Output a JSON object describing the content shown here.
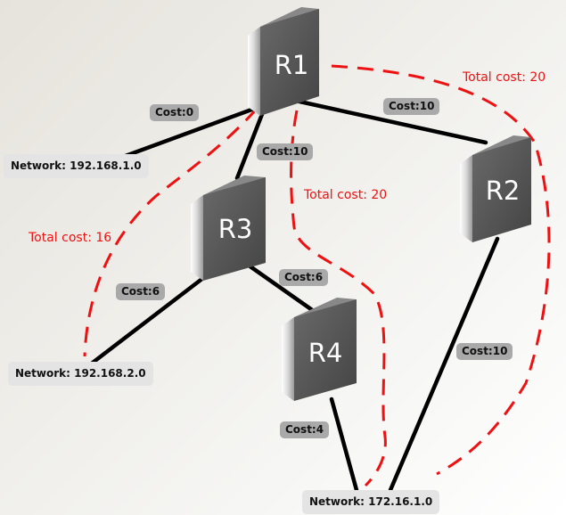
{
  "routers": [
    {
      "id": "R1",
      "label": "R1"
    },
    {
      "id": "R2",
      "label": "R2"
    },
    {
      "id": "R3",
      "label": "R3"
    },
    {
      "id": "R4",
      "label": "R4"
    }
  ],
  "networks": {
    "net1": "Network: 192.168.1.0",
    "net2": "Network: 192.168.2.0",
    "net3": "Network: 172.16.1.0"
  },
  "links": {
    "r1_net1": "Cost:0",
    "r1_r2": "Cost:10",
    "r1_r3": "Cost:10",
    "r3_net2": "Cost:6",
    "r3_r4": "Cost:6",
    "r4_net3": "Cost:4",
    "r2_net3": "Cost:10"
  },
  "paths": {
    "via_r2": "Total cost: 20",
    "via_r3_r4": "Total cost: 20",
    "to_net2": "Total cost: 16"
  },
  "colors": {
    "link": "#000000",
    "path": "#ee1111",
    "router_face": "#555555",
    "cost_label_bg": "#a9a9a9",
    "network_label_bg": "#e4e4e4"
  }
}
